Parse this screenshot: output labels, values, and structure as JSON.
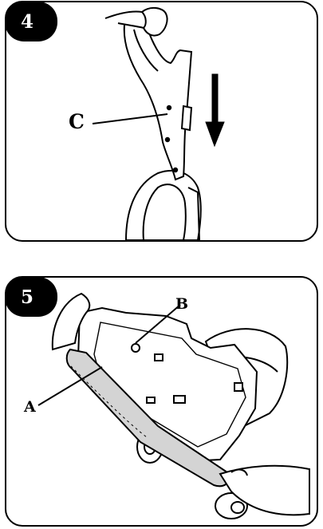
{
  "steps": [
    {
      "number": "4",
      "callouts": [
        "C"
      ],
      "icons": [
        "hand-icon",
        "handle-icon",
        "down-arrow-icon",
        "wheel-icon"
      ]
    },
    {
      "number": "5",
      "callouts": [
        "B",
        "A"
      ],
      "icons": [
        "hand-icon",
        "filter-tray-icon",
        "wheel-icon"
      ]
    }
  ],
  "colors": {
    "outline": "#000000",
    "fill": "#ffffff",
    "shade": "#d4d4d4"
  }
}
